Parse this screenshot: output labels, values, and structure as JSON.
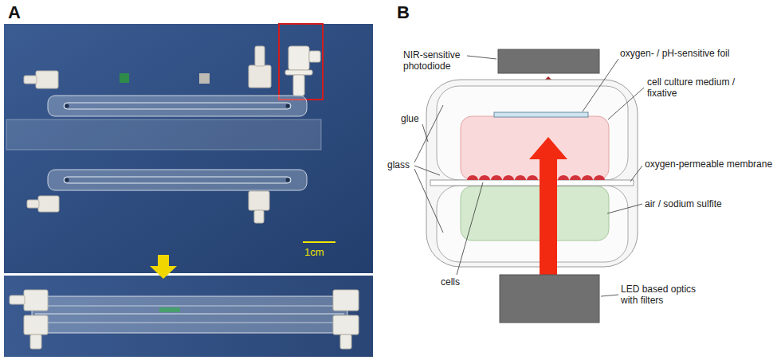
{
  "diagram": {
    "labels": [
      "A",
      "B",
      "1cm",
      "NIR-sensitive photodiode",
      "oxygen- / pH-sensitive foil",
      "glue",
      "cell culture medium / fixative",
      "glass",
      "oxygen-permeable membrane",
      "air / sodium sulfite",
      "cells",
      "LED based optics with filters"
    ]
  }
}
